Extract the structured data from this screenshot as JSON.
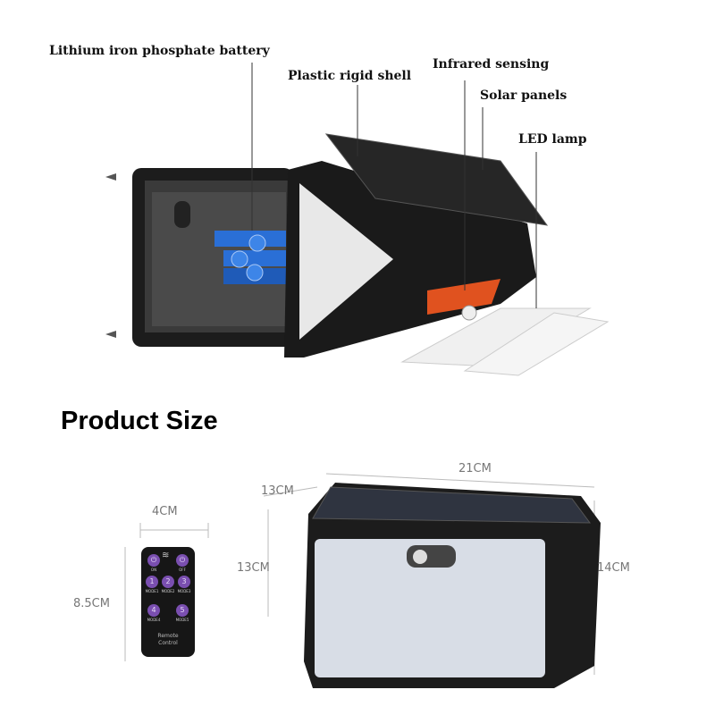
{
  "labels": {
    "battery": "Lithium iron phosphate battery",
    "shell": "Plastic rigid shell",
    "infrared": "Infrared sensing",
    "solar": "Solar panels",
    "led": "LED lamp"
  },
  "section_title": "Product Size",
  "dimensions": {
    "remote_width": "4CM",
    "remote_height": "8.5CM",
    "lamp_length": "21CM",
    "lamp_depth": "13CM",
    "lamp_height_left": "13CM",
    "lamp_height_right": "14CM"
  },
  "remote": {
    "on": "ON",
    "off": "OFF",
    "buttons": [
      {
        "n": "1",
        "m": "MODE1"
      },
      {
        "n": "2",
        "m": "MODE2"
      },
      {
        "n": "3",
        "m": "MODE3"
      },
      {
        "n": "4",
        "m": "MODE4"
      },
      {
        "n": "5",
        "m": "MODE5"
      }
    ],
    "caption1": "Remote",
    "caption2": "Control"
  },
  "colors": {
    "shell": "#1a1a1a",
    "battery": "#2a6fd6",
    "sensor_board": "#e0521f",
    "remote_button": "#7a4fb0"
  }
}
